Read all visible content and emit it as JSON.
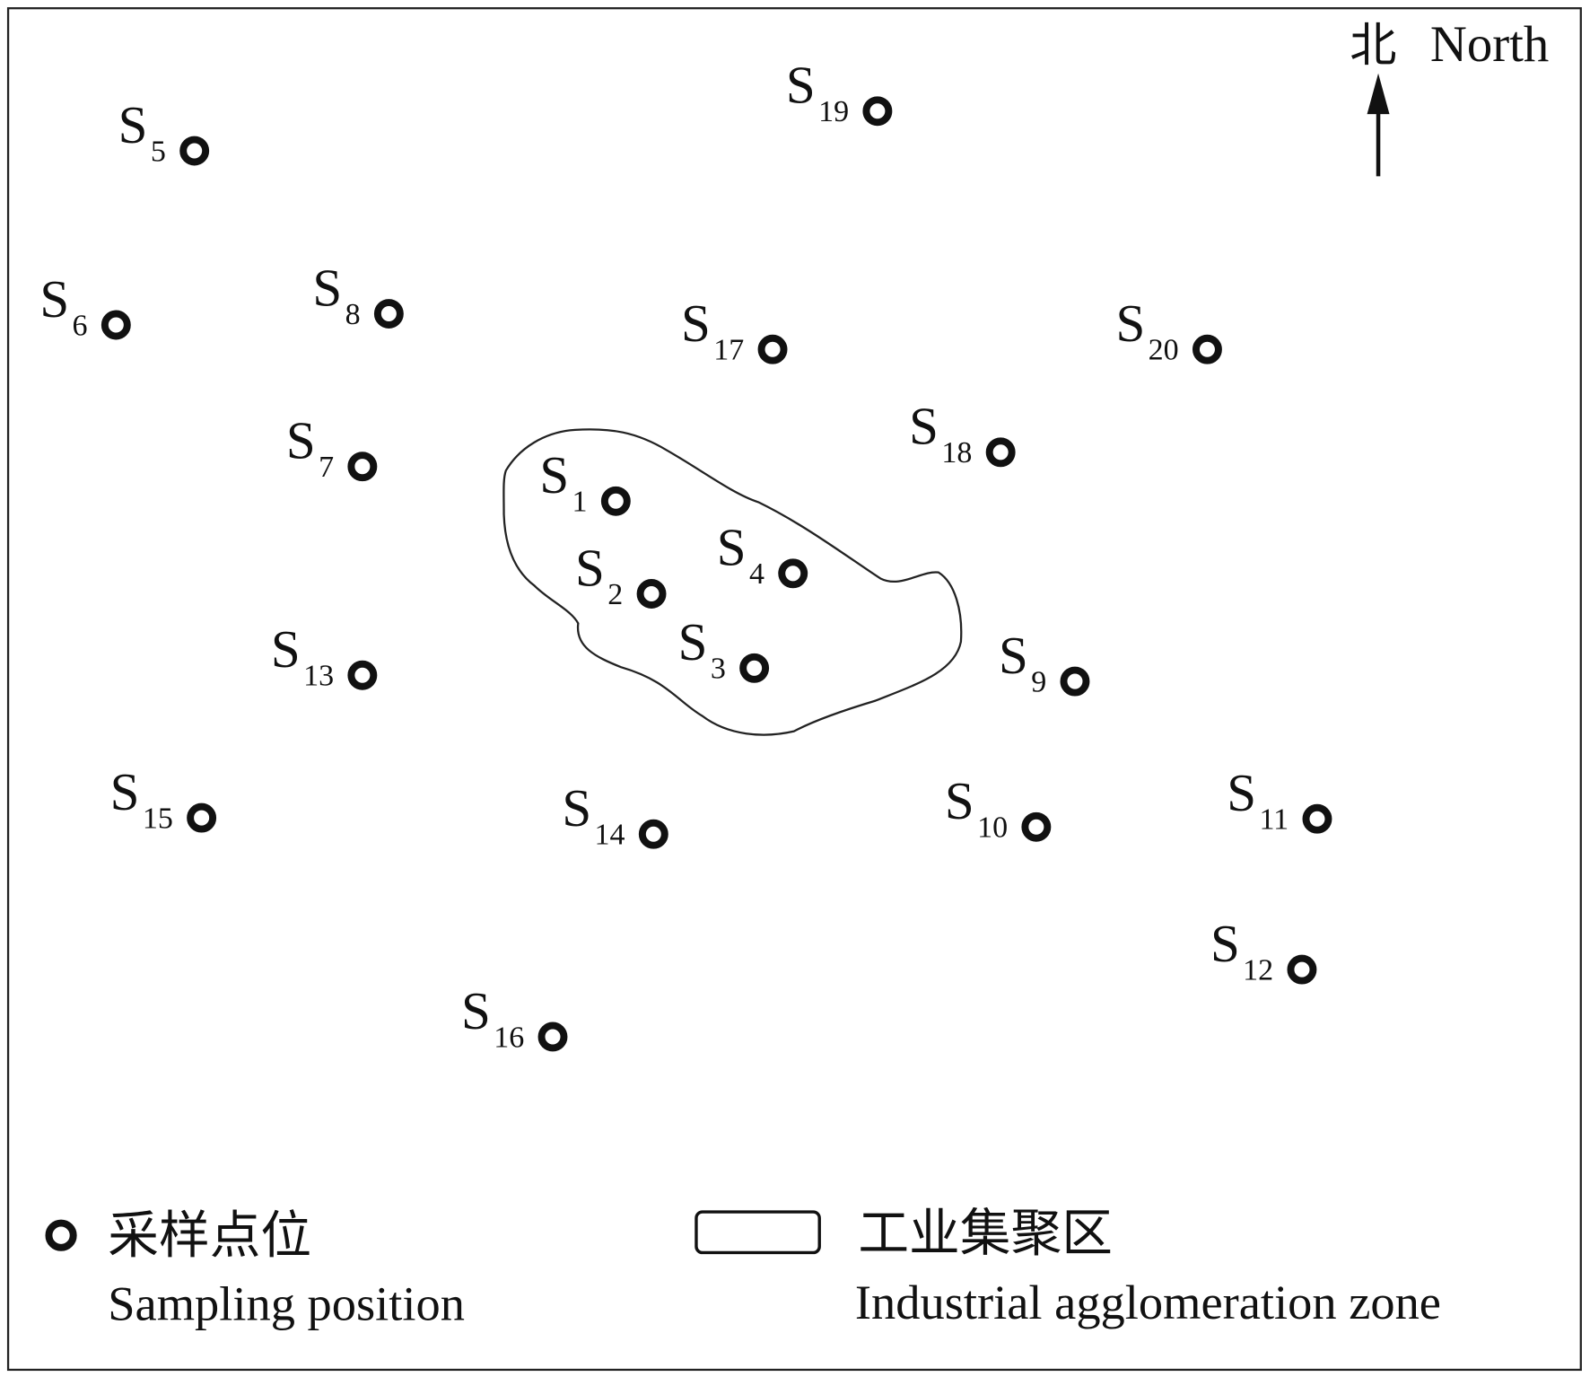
{
  "north": {
    "cn": "北",
    "en": "North"
  },
  "sites": [
    {
      "id": "S1",
      "letter": "S",
      "num": "1"
    },
    {
      "id": "S2",
      "letter": "S",
      "num": "2"
    },
    {
      "id": "S3",
      "letter": "S",
      "num": "3"
    },
    {
      "id": "S4",
      "letter": "S",
      "num": "4"
    },
    {
      "id": "S5",
      "letter": "S",
      "num": "5"
    },
    {
      "id": "S6",
      "letter": "S",
      "num": "6"
    },
    {
      "id": "S7",
      "letter": "S",
      "num": "7"
    },
    {
      "id": "S8",
      "letter": "S",
      "num": "8"
    },
    {
      "id": "S9",
      "letter": "S",
      "num": "9"
    },
    {
      "id": "S10",
      "letter": "S",
      "num": "10"
    },
    {
      "id": "S11",
      "letter": "S",
      "num": "11"
    },
    {
      "id": "S12",
      "letter": "S",
      "num": "12"
    },
    {
      "id": "S13",
      "letter": "S",
      "num": "13"
    },
    {
      "id": "S14",
      "letter": "S",
      "num": "14"
    },
    {
      "id": "S15",
      "letter": "S",
      "num": "15"
    },
    {
      "id": "S16",
      "letter": "S",
      "num": "16"
    },
    {
      "id": "S17",
      "letter": "S",
      "num": "17"
    },
    {
      "id": "S18",
      "letter": "S",
      "num": "18"
    },
    {
      "id": "S19",
      "letter": "S",
      "num": "19"
    },
    {
      "id": "S20",
      "letter": "S",
      "num": "20"
    }
  ],
  "legend": {
    "sampling": {
      "cn": "采样点位",
      "en": "Sampling position"
    },
    "zone": {
      "cn": "工业集聚区",
      "en": "Industrial agglomeration zone"
    }
  }
}
